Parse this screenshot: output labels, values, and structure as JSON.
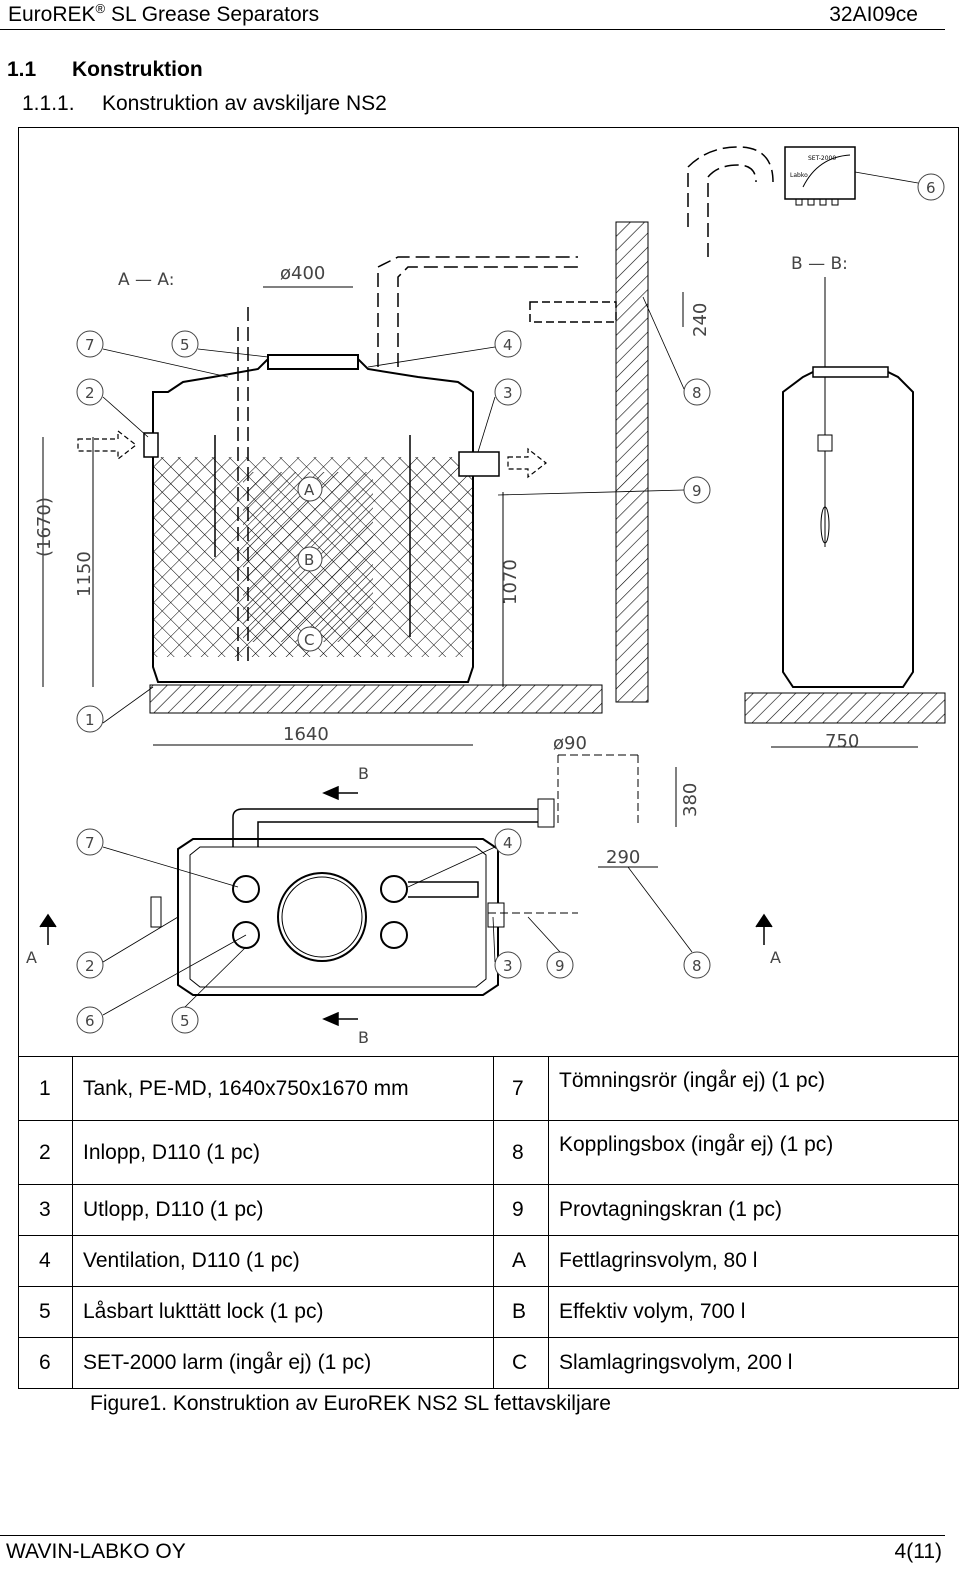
{
  "header": {
    "title": "EuroREK",
    "reg": "®",
    "title_rest": "SL Grease Separators",
    "doc_code": "32AI09ce"
  },
  "section": {
    "num": "1.1",
    "title": "Konstruktion"
  },
  "subsection": {
    "num": "1.1.1.",
    "title": "Konstruktion av avskiljare NS2"
  },
  "drawing": {
    "section_aa": "A — A:",
    "section_bb": "B — B:",
    "dims": [
      "ø400",
      "240",
      "(1670)",
      "1150",
      "1070",
      "1640",
      "750",
      "ø90",
      "380",
      "290"
    ],
    "callouts": [
      "1",
      "2",
      "3",
      "4",
      "5",
      "6",
      "7",
      "8",
      "9"
    ],
    "zones": [
      "A",
      "B",
      "C"
    ],
    "markers": [
      "A",
      "A",
      "B",
      "B"
    ],
    "alarm_label": "SET-2000",
    "alarm_brand": "Labko"
  },
  "legend": [
    {
      "n": "1",
      "desc": "Tank, PE-MD, 1640x750x1670 mm",
      "k": "7",
      "kdesc": "Tömningsrör (ingår ej) (1 pc)"
    },
    {
      "n": "2",
      "desc": "Inlopp, D110 (1 pc)",
      "k": "8",
      "kdesc": "Kopplingsbox (ingår ej) (1 pc)"
    },
    {
      "n": "3",
      "desc": "Utlopp, D110 (1 pc)",
      "k": "9",
      "kdesc": "Provtagningskran (1 pc)"
    },
    {
      "n": "4",
      "desc": "Ventilation, D110 (1 pc)",
      "k": "A",
      "kdesc": "Fettlagrinsvolym, 80 l"
    },
    {
      "n": "5",
      "desc": "Låsbart lukttätt lock (1 pc)",
      "k": "B",
      "kdesc": "Effektiv volym, 700 l"
    },
    {
      "n": "6",
      "desc": "SET-2000 larm (ingår ej) (1 pc)",
      "k": "C",
      "kdesc": "Slamlagringsvolym, 200 l"
    }
  ],
  "caption": "Figure1. Konstruktion av EuroREK NS2 SL fettavskiljare",
  "footer": {
    "company": "WAVIN-LABKO OY",
    "page": "4(11)"
  }
}
